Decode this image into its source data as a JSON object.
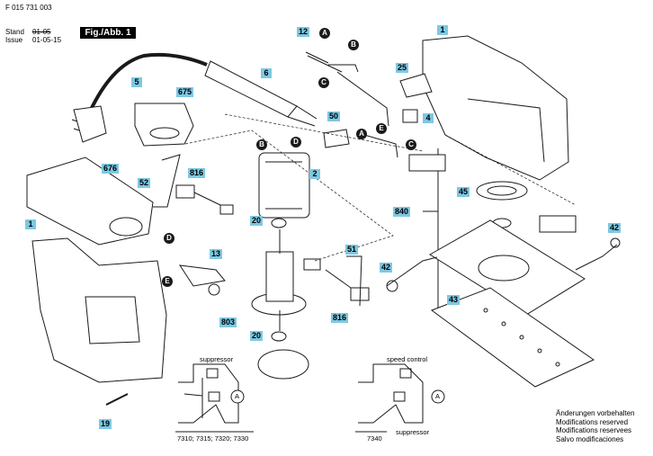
{
  "header": {
    "doc_number": "F 015 731 003",
    "stand_label": "Stand",
    "stand_value": "01-05",
    "issue_label": "Issue",
    "issue_value": "01-05-15",
    "figure_label": "Fig./Abb. 1"
  },
  "part_tags": {
    "p1_top": "1",
    "p1_left": "1",
    "p2": "2",
    "p4": "4",
    "p5": "5",
    "p6": "6",
    "p12": "12",
    "p13": "13",
    "p19": "19",
    "p20a": "20",
    "p20b": "20",
    "p25": "25",
    "p42a": "42",
    "p42b": "42",
    "p43": "43",
    "p45": "45",
    "p50": "50",
    "p51": "51",
    "p52": "52",
    "p675": "675",
    "p676": "676",
    "p803": "803",
    "p816a": "816",
    "p816b": "816",
    "p840": "840"
  },
  "connectors": {
    "A1": "A",
    "B1": "B",
    "C1": "C",
    "A2": "A",
    "E1": "E",
    "C2": "C",
    "B2": "B",
    "D1": "D",
    "D2": "D",
    "E2": "E"
  },
  "schematics": {
    "left_suppressor": "suppressor",
    "left_caption": "7310; 7315; 7320; 7330",
    "right_speed": "speed control",
    "right_suppressor": "suppressor",
    "right_caption": "7340",
    "ammeter": "A"
  },
  "notes": [
    "Änderungen vorbehalten",
    "Modifications reserved",
    "Modifications reservees",
    "Salvo modificaciones"
  ],
  "colors": {
    "tag_bg": "#7ec8e3",
    "ink": "#1a1a1a"
  }
}
